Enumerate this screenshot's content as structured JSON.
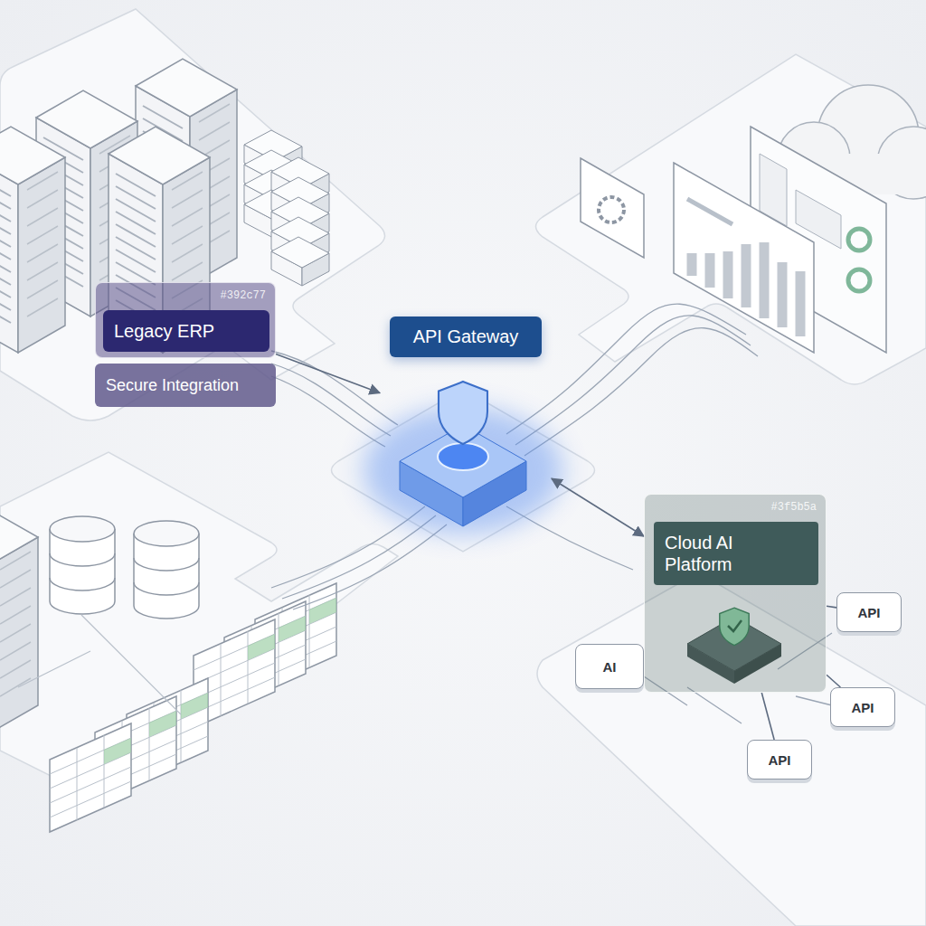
{
  "diagram": {
    "nodes": [
      {
        "text": [
          "#392c77"
        ]
      },
      {
        "text": [
          "Legacy ERP"
        ],
        "in": 0
      },
      {
        "text": [
          "Secure Integration"
        ]
      },
      {
        "text": [
          "API Gateway"
        ]
      },
      {
        "text": [
          "#3f5b5a"
        ]
      },
      {
        "text": [
          "Cloud AI Platform"
        ],
        "in": 4
      },
      {
        "text": [
          "AI"
        ]
      },
      {
        "text": [
          "API"
        ]
      },
      {
        "text": [
          "API"
        ]
      },
      {
        "text": [
          "API"
        ]
      }
    ],
    "edges": [
      {
        "from": 0,
        "to": 3,
        "arrow": "to"
      },
      {
        "from": 3,
        "to": 4,
        "arrow": "both"
      },
      {
        "from": 4,
        "to": 7,
        "arrow": "none"
      },
      {
        "from": 4,
        "to": 8,
        "arrow": "none"
      },
      {
        "from": 4,
        "to": 9,
        "arrow": "none"
      }
    ]
  }
}
